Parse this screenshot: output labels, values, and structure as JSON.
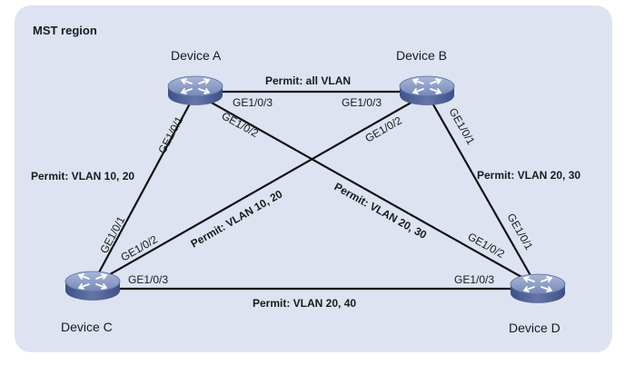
{
  "region": {
    "title": "MST region"
  },
  "devices": {
    "a": {
      "label": "Device A"
    },
    "b": {
      "label": "Device B"
    },
    "c": {
      "label": "Device C"
    },
    "d": {
      "label": "Device D"
    }
  },
  "links": {
    "ab": {
      "permit": "Permit: all VLAN",
      "port_a": "GE1/0/3",
      "port_b": "GE1/0/3"
    },
    "ac": {
      "permit": "Permit: VLAN 10, 20",
      "port_a": "GE1/0/1",
      "port_c": "GE1/0/1"
    },
    "bd": {
      "permit": "Permit: VLAN 20, 30",
      "port_b": "GE1/0/1",
      "port_d": "GE1/0/1"
    },
    "bc": {
      "permit": "Permit: VLAN 10, 20",
      "port_b": "GE1/0/2",
      "port_c": "GE1/0/2"
    },
    "ad": {
      "permit": "Permit: VLAN 20, 30",
      "port_a": "GE1/0/2",
      "port_d": "GE1/0/2"
    },
    "cd": {
      "permit": "Permit: VLAN 20,  40",
      "port_c": "GE1/0/3",
      "port_d": "GE1/0/3"
    }
  },
  "colors": {
    "region_bg": "#dde3f1",
    "device_top": "#8a9bc4",
    "device_side": "#4f6296",
    "link": "#111111"
  },
  "icons": {
    "device": "switch-icon"
  }
}
